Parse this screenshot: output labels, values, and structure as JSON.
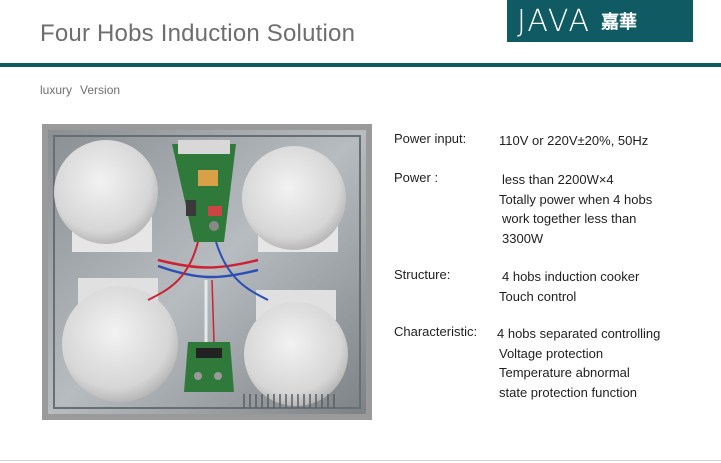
{
  "slide": {
    "title": "Four Hobs Induction Solution",
    "subtitle_a": "luxury",
    "subtitle_b": "Version"
  },
  "logo": {
    "mark": "JAVA",
    "cn": "嘉華",
    "bg_color": "#0f5a63"
  },
  "specs": [
    {
      "label": "Power input:",
      "lines": [
        "110V or 220V±20%, 50Hz"
      ]
    },
    {
      "label": "Power :",
      "lines": [
        "less than 2200W×4",
        "Totally power when 4 hobs",
        "work together less than",
        "3300W"
      ]
    },
    {
      "label": "Structure:",
      "lines": [
        "4 hobs induction cooker",
        "Touch control"
      ]
    },
    {
      "label": "Characteristic:",
      "lines": [
        "4 hobs separated controlling",
        "Voltage protection",
        "Temperature abnormal",
        "state protection function"
      ]
    }
  ]
}
